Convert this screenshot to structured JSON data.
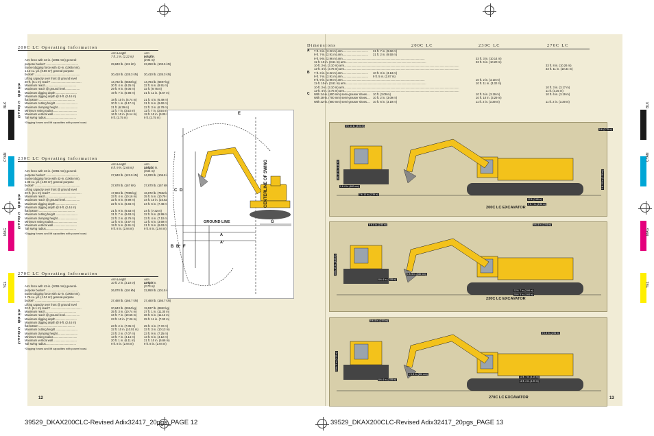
{
  "left_page": {
    "page_number": "12",
    "sections": [
      {
        "title": "200C LC Operating Information",
        "col_head_1": "Arm Length",
        "col_head_2": "Arm Length",
        "col_sub_1": "7 ft. 2 in. (2.22 m)",
        "col_sub_2": "9 ft. 7 in. (2.91 m)",
        "rows": [
          {
            "letter": "",
            "label": "Arm force with 42-in. (1065 mm) general-",
            "v1": "",
            "v2": ""
          },
          {
            "letter": "",
            "label": "purpose bucket* ........................................",
            "v1": "29,840 lb. (131 kN)",
            "v2": "23,250 lb. (103.5 kN)"
          },
          {
            "letter": "",
            "label": "Bucket digging force with 42-in. (1065 mm),",
            "v1": "",
            "v2": ""
          },
          {
            "letter": "",
            "label": "1.12-cu. yd. (0.86 m³) general-purpose",
            "v1": "",
            "v2": ""
          },
          {
            "letter": "",
            "label": "bucket* ........................................................",
            "v1": "30,410 lb. (135.3 kN)",
            "v2": "30,410 lb. (135.3 kN)"
          },
          {
            "letter": "",
            "label": "Lifting capacity over front @ ground level",
            "v1": "",
            "v2": ""
          },
          {
            "letter": "",
            "label": "20-ft. (6.1 m) reach* ......................................",
            "v1": "14,732 lb. (6683 kg)",
            "v2": "14,764 lb. (6697 kg)"
          },
          {
            "letter": "A",
            "label": "Maximum reach.......................................",
            "v1": "30 ft. 4 in. (9.25 m)",
            "v2": "32 ft. 6 in. (9.91 m)"
          },
          {
            "letter": "A¹",
            "label": "Maximum reach @ ground level..................",
            "v1": "29 ft. 9 in. (9.06 m)",
            "v2": "32 ft. (9.75 m)"
          },
          {
            "letter": "B",
            "label": "Maximum digging depth ..........................",
            "v1": "19 ft. 7 in. (5.98 m)",
            "v2": "21 ft. 11 in. (6.67 m)"
          },
          {
            "letter": "B¹",
            "label": "Maximum digging depth @ 8-ft. (2.44 m)",
            "v1": "",
            "v2": ""
          },
          {
            "letter": "",
            "label": "flat bottom .............................................",
            "v1": "18 ft. 10 in. (5.74 m)",
            "v2": "21 ft. 4 in. (6.49 m)"
          },
          {
            "letter": "C",
            "label": "Maximum cutting height ...........................",
            "v1": "30 ft. 1 in. (9.17 m)",
            "v2": "31 ft. 6 in. (9.60 m)"
          },
          {
            "letter": "D",
            "label": "Maximum dumping height ........................",
            "v1": "21 ft. (6.39 m)",
            "v2": "22 ft. 3 in. (6.78 m)"
          },
          {
            "letter": "E",
            "label": "Minimum swing radius..............................",
            "v1": "11 ft. 7 in. (3.53 m)",
            "v2": "11 ft. 7 in. (3.54 m)"
          },
          {
            "letter": "F",
            "label": "Maximum vertical wall .............................",
            "v1": "16 ft. 10 in. (5.14 m)",
            "v2": "19 ft. 10 in. (6.05 m)"
          },
          {
            "letter": "G",
            "label": "Tail swing radius......................................",
            "v1": "9 ft. (2.75 m)",
            "v2": "9 ft. (2.75 m)"
          }
        ],
        "footnote": "*Digging forces and lift capacities with power boost."
      },
      {
        "title": "230C LC Operating Information",
        "col_head_1": "Arm Length",
        "col_head_2": "Arm Length",
        "col_sub_1": "8 ft. 9 in. (2.66 m)",
        "col_sub_2": "11 ft. 10 in. (3.61 m)",
        "rows": [
          {
            "letter": "",
            "label": "Arm force with 42-in. (1065 mm) general-",
            "v1": "",
            "v2": ""
          },
          {
            "letter": "",
            "label": "purpose bucket* ........................................",
            "v1": "27,640 lb. (122.9 kN)",
            "v2": "24,020 lb. (106.8 kN)"
          },
          {
            "letter": "",
            "label": "Bucket digging force with 42-in. (1065 mm),",
            "v1": "",
            "v2": ""
          },
          {
            "letter": "",
            "label": "1.38-cu. yd. (1.06 m³) general-purpose",
            "v1": "",
            "v2": ""
          },
          {
            "letter": "",
            "label": "bucket* ........................................................",
            "v1": "37,670 lb. (167 kN)",
            "v2": "37,670 lb. (167 kN)"
          },
          {
            "letter": "",
            "label": "Lifting capacity over front @ ground level",
            "v1": "",
            "v2": ""
          },
          {
            "letter": "",
            "label": "20-ft. (6.1 m) reach* ......................................",
            "v1": "17,604 lb. (7985 kg)",
            "v2": "16,672 lb. (7562 kg)"
          },
          {
            "letter": "A",
            "label": "Maximum reach.......................................",
            "v1": "33 ft. 4 in. (10.16 m)",
            "v2": "35 ft. 5 in. (10.79 m)"
          },
          {
            "letter": "A¹",
            "label": "Maximum reach @ ground level..................",
            "v1": "32 ft. 8 in. (9.99 m)",
            "v2": "34 ft. 10 in. (10.62 m)"
          },
          {
            "letter": "B",
            "label": "Maximum digging depth ..........................",
            "v1": "22 ft. 5 in. (6.84 m)",
            "v2": "24 ft. 6 in. (7.48 m)"
          },
          {
            "letter": "B¹",
            "label": "Maximum digging depth @ 8-ft. (2.44 m)",
            "v1": "",
            "v2": ""
          },
          {
            "letter": "",
            "label": "flat bottom .............................................",
            "v1": "21 ft. 9 in. (6.63 m)",
            "v2": "24 ft. (7.32 m)"
          },
          {
            "letter": "C",
            "label": "Maximum cutting height ...........................",
            "v1": "31 ft. 7 in. (9.63 m)",
            "v2": "32 ft. 9 in. (9.99 m)"
          },
          {
            "letter": "D",
            "label": "Maximum dumping height ........................",
            "v1": "22 ft. 2 in. (6.76 m)",
            "v2": "23 ft. 4 in. (7.10 m)"
          },
          {
            "letter": "E",
            "label": "Minimum swing radius..............................",
            "v1": "12 ft. 6 in. (3.67 m)",
            "v2": "12 ft. 6 in. (3.69 m)"
          },
          {
            "letter": "F",
            "label": "Maximum vertical wall .............................",
            "v1": "19 ft. 5 in. (5.91 m)",
            "v2": "21 ft. 9 in. (6.63 m)"
          },
          {
            "letter": "G",
            "label": "Tail swing radius......................................",
            "v1": "9 ft. 8 in. (2.94 m)",
            "v2": "9 ft. 8 in. (2.94 m)"
          }
        ],
        "footnote": "*Digging forces and lift capacities with power boost."
      },
      {
        "title": "270C LC Operating Information",
        "col_head_1": "Arm Length",
        "col_head_2": "Arm Length",
        "col_sub_1": "10 ft. 2 in. (3.10 m)",
        "col_sub_2": "12 ft. 4 in. (3.75 m)",
        "rows": [
          {
            "letter": "",
            "label": "Arm force with 42-in. (1065 mm) general-",
            "v1": "",
            "v2": ""
          },
          {
            "letter": "",
            "label": "purpose bucket* ........................................",
            "v1": "26,070 lb. (116 kN)",
            "v2": "22,950 lb. (101.5 kN)"
          },
          {
            "letter": "",
            "label": "Bucket digging force with 42-in. (1065 mm),",
            "v1": "",
            "v2": ""
          },
          {
            "letter": "",
            "label": "1.75-cu. yd. (1.34 m³) general-purpose",
            "v1": "",
            "v2": ""
          },
          {
            "letter": "",
            "label": "bucket* ........................................................",
            "v1": "37,480 lb. (166.7 kN)",
            "v2": "37,480 lb. (166.7 kN)"
          },
          {
            "letter": "",
            "label": "Lifting capacity over front @ ground level",
            "v1": "",
            "v2": ""
          },
          {
            "letter": "",
            "label": "20-ft. (6.1 m) reach* ......................................",
            "v1": "20,643 lb. (9364 kg)",
            "v2": "19,537 lb. (8862 kg)"
          },
          {
            "letter": "A",
            "label": "Maximum reach.......................................",
            "v1": "35 ft. 3 in. (10.74 m)",
            "v2": "37 ft. 1 in. (11.30 m)"
          },
          {
            "letter": "A¹",
            "label": "Maximum reach @ ground level..................",
            "v1": "34 ft. 7 in. (10.55 m)",
            "v2": "36 ft. 6 in. (11.12 m)"
          },
          {
            "letter": "B",
            "label": "Maximum digging depth ..........................",
            "v1": "23 ft. 10 in. (7.26 m)",
            "v2": "25 ft. 11 in. (7.90 m)"
          },
          {
            "letter": "B¹",
            "label": "Maximum digging depth @ 8-ft. (2.44 m)",
            "v1": "",
            "v2": ""
          },
          {
            "letter": "",
            "label": "flat bottom .............................................",
            "v1": "23 ft. 2 in. (7.05 m)",
            "v2": "25 ft. 4 in. (7.72 m)"
          },
          {
            "letter": "C",
            "label": "Maximum cutting height ...........................",
            "v1": "32 ft. 10 in. (10.01 m)",
            "v2": "33 ft. 3 in. (10.13 m)"
          },
          {
            "letter": "D",
            "label": "Maximum dumping height ........................",
            "v1": "23 ft. 2 in. (7.07 m)",
            "v2": "23 ft. 9 in. (7.25 m)"
          },
          {
            "letter": "E",
            "label": "Minimum swing radius..............................",
            "v1": "13 ft. 7 in. (4.14 m)",
            "v2": "13 ft. 6 in. (4.12 m)"
          },
          {
            "letter": "F",
            "label": "Maximum vertical wall .............................",
            "v1": "20 ft. 1 in. (6.11 m)",
            "v2": "21 ft. 10 in. (6.66 m)"
          },
          {
            "letter": "G",
            "label": "Tail swing radius......................................",
            "v1": "9 ft. 8 in. (2.94 m)",
            "v2": "9 ft. 8 in. (2.94 m)"
          }
        ],
        "footnote": "*Digging forces and lift capacities with power boost."
      }
    ],
    "diagram": {
      "ground_line": "GROUND LINE",
      "centerline": "CENTERLINE OF SWING",
      "letters": [
        "E",
        "C",
        "D",
        "G",
        "A",
        "A¹",
        "B",
        "B¹",
        "F"
      ]
    }
  },
  "right_page": {
    "page_number": "13",
    "dims_headers": [
      "Dimensions",
      "200C LC",
      "230C LC",
      "270C LC"
    ],
    "dims_rows": [
      {
        "letter": "A",
        "c1": "7-ft. 3-in. (2.22 m) arm................................",
        "c2": "31 ft. 7 in. (9.62 m)",
        "c3": "",
        "c4": ""
      },
      {
        "letter": "",
        "c1": "9-ft. 7-in. (2.91 m) arm................................",
        "c2": "31 ft. 2 in. (9.50 m)",
        "c3": "",
        "c4": ""
      },
      {
        "letter": "",
        "c1": "9-ft. 9-in. (2.96 m) arm.......................................................................................................",
        "c2": "",
        "c3": "33 ft. 3 in. (10.14 m)",
        "c4": ""
      },
      {
        "letter": "",
        "c1": "11-ft. 10-in. (3.61 m) arm.....................................................................................................",
        "c2": "",
        "c3": "33 ft. 6 in. (10.20 m)",
        "c4": ""
      },
      {
        "letter": "",
        "c1": "10-ft. 2-in. (3.10 m) arm................................................................................................................................................",
        "c2": "",
        "c3": "",
        "c4": "33 ft. 8 in. (10.26 m)"
      },
      {
        "letter": "",
        "c1": "12-ft. 4-in. (3.75 m) arm................................................................................................................................................",
        "c2": "",
        "c3": "",
        "c4": "33 ft. 11 in. (10.34 m)"
      },
      {
        "letter": "B",
        "c1": "7-ft. 3-in. (2.22 m) arm................................",
        "c2": "10 ft. 3 in. (3.13 m)",
        "c3": "",
        "c4": ""
      },
      {
        "letter": "",
        "c1": "9-ft. 7-in. (2.91 m) arm................................",
        "c2": "9 ft. 5 in. (2.87 m)",
        "c3": "",
        "c4": ""
      },
      {
        "letter": "",
        "c1": "9-ft. 9-in. (2.96 m) arm.......................................................................................................",
        "c2": "",
        "c3": "10 ft. 2 in. (3.10 m)",
        "c4": ""
      },
      {
        "letter": "",
        "c1": "11-ft. 10-in. (3.61 m) arm.....................................................................................................",
        "c2": "",
        "c3": "10 ft. 11 in. (3.32 m)",
        "c4": ""
      },
      {
        "letter": "",
        "c1": "10-ft. 2-in. (3.10 m) arm................................................................................................................................................",
        "c2": "",
        "c3": "",
        "c4": "10 ft. 3 in. (3.17 m)"
      },
      {
        "letter": "",
        "c1": "12-ft. 4-in. (3.75 m) arm................................................................................................................................................",
        "c2": "",
        "c3": "",
        "c4": "11 ft. (3.35 m)"
      },
      {
        "letter": "C",
        "c1": "With 24-in. (600 mm) semi-grouser shoes....",
        "c2": "10 ft. (3.09 m)",
        "c3": "10 ft. 5 in. (3.19 m)",
        "c4": "10 ft. 6 in. (3.19 m)"
      },
      {
        "letter": "",
        "c1": "With 28-in. (700 mm) semi-grouser shoes....",
        "c2": "10 ft. 2 in. (3.09 m)",
        "c3": "10 ft. 10 in. (3.29 m)",
        "c4": ""
      },
      {
        "letter": "",
        "c1": "With 32-in. (800 mm) semi-grouser shoes....",
        "c2": "10 ft. 6 in. (3.19 m)",
        "c3": "11 ft. 2 in. (3.39 m)",
        "c4": "11 ft. 2 in. (3.39 m)"
      }
    ],
    "panels": [
      {
        "label": "200C LC EXCAVATOR",
        "tags": [
          "9 ft. 11 in. (3.01 m)",
          "3 ft. 10 in. (1.18 m)",
          "1 ft. 6 in. (460 mm)",
          "7 ft. 10 in. (2.39 m)",
          "9 ft. (2.75 m)",
          "12 ft. (3.66 m)",
          "9 ft. 7 in. (2.96 m)",
          "3 ft. 10 in. (1.18 m)"
        ]
      },
      {
        "label": "230C LC EXCAVATOR",
        "tags": [
          "9 ft. 8 in. (2.95 m)",
          "10 ft. 10 in. (3.30 m)",
          "1 ft. 6 in. (460 mm)",
          "8 ft. 6 in. (2.59 m)",
          "9 ft. 8 in. (2.94 m)",
          "12 ft. 7 in. (3.84 m)",
          "15 ft. 3 in. (4.64 m)"
        ]
      },
      {
        "label": "270C LC EXCAVATOR",
        "tags": [
          "9 ft. 8 in. (2.95 m)",
          "10 ft. 3 in. (3.12 m)",
          "1 ft. 8 in. (500 mm)",
          "8 ft. 6 in. (2.59 m)",
          "9 ft. 8 in. (2.94 m)",
          "13 ft. 7 in. (4.15 m)",
          "16 ft. 3 in. (4.95 m)"
        ]
      }
    ]
  },
  "footer": {
    "left": "39529_DKAX200CLC-Revised Adix32417_20pgs_PAGE 12",
    "right": "39529_DKAX200CLC-Revised Adix32417_20pgs_PAGE 13"
  },
  "side_labels": [
    "BLK",
    "CYAN",
    "MAG",
    "YEL"
  ],
  "colors": {
    "page_bg": "#f1ecd6",
    "panel_bg": "#d8cfaa",
    "machine_yellow": "#f3c21b",
    "black": "#1a1a1a",
    "cyan": "#00a6d6",
    "magenta": "#e4007c",
    "yellow": "#ffef00"
  }
}
